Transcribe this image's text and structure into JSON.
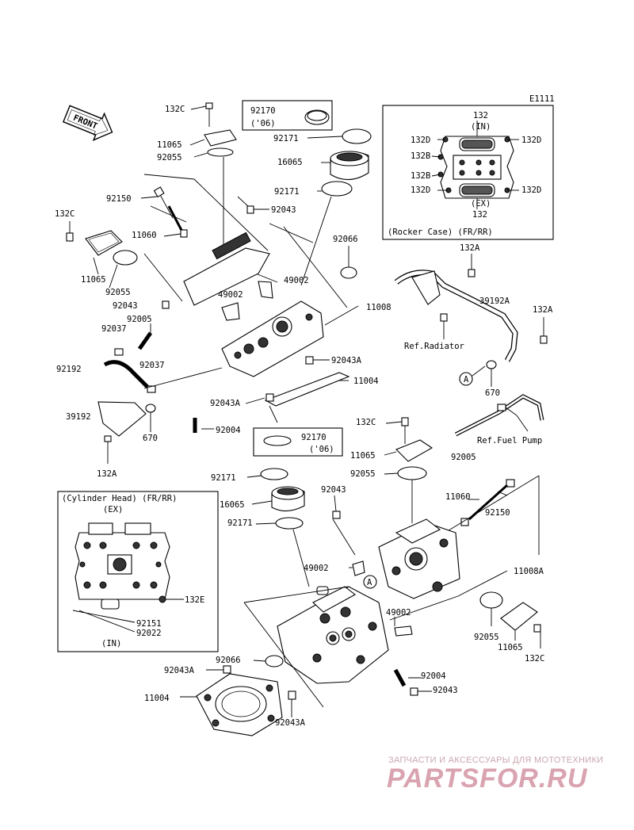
{
  "diagram_id": "E1111",
  "front_badge": "FRONT",
  "insets": {
    "rocker_case": {
      "caption": "(Rocker Case) (FR/RR)",
      "top": "(IN)",
      "bottom": "(EX)",
      "labels": [
        "132",
        "132D",
        "132D",
        "132B",
        "132B",
        "132D",
        "132D",
        "132"
      ]
    },
    "cylinder_head": {
      "caption": "(Cylinder Head) (FR/RR)",
      "top": "(EX)",
      "bottom": "(IN)",
      "labels": [
        "132E",
        "92151",
        "92022"
      ]
    }
  },
  "callouts": {
    "c_132C_a": "132C",
    "c_11065_a": "11065",
    "c_92055_a": "92055",
    "c_92170_a": "92170",
    "c_06_a": "('06)",
    "c_92171_a": "92171",
    "c_16065_a": "16065",
    "c_92171_b": "92171",
    "c_92043_a": "92043",
    "c_92150_a": "92150",
    "c_132C_b": "132C",
    "c_11060_a": "11060",
    "c_11065_b": "11065",
    "c_92055_b": "92055",
    "c_92066_a": "92066",
    "c_49002_a": "49002",
    "c_49002_b": "49002",
    "c_92043_b": "92043",
    "c_11008_a": "11008",
    "c_92005_a": "92005",
    "c_92037_a": "92037",
    "c_92043A_a": "92043A",
    "c_92192_a": "92192",
    "c_92037_b": "92037",
    "c_11004_a": "11004",
    "c_92043A_b": "92043A",
    "c_39192_a": "39192",
    "c_92004_a": "92004",
    "c_670_a": "670",
    "c_132A_a": "132A",
    "c_132A_b": "132A",
    "c_39192A": "39192A",
    "c_132A_c": "132A",
    "c_ref_radiator": "Ref.Radiator",
    "c_A_1": "A",
    "c_670_b": "670",
    "c_132C_c": "132C",
    "c_11065_c": "11065",
    "c_92170_b": "92170",
    "c_06_b": "('06)",
    "c_ref_fuel": "Ref.Fuel Pump",
    "c_92005_b": "92005",
    "c_92055_c": "92055",
    "c_92171_c": "92171",
    "c_92043_c": "92043",
    "c_16065_b": "16065",
    "c_11060_b": "11060",
    "c_92150_b": "92150",
    "c_92171_d": "92171",
    "c_11008A": "11008A",
    "c_49002_c": "49002",
    "c_A_2": "A",
    "c_49002_d": "49002",
    "c_92055_d": "92055",
    "c_11065_d": "11065",
    "c_132C_d": "132C",
    "c_92066_b": "92066",
    "c_92004_b": "92004",
    "c_92043A_c": "92043A",
    "c_92043_d": "92043",
    "c_11004_b": "11004",
    "c_92043A_d": "92043A"
  },
  "watermark": {
    "tagline": "ЗАПЧАСТИ И АКСЕССУАРЫ ДЛЯ МОТОТЕХНИКИ",
    "brand": "PARTSFOR.RU"
  }
}
